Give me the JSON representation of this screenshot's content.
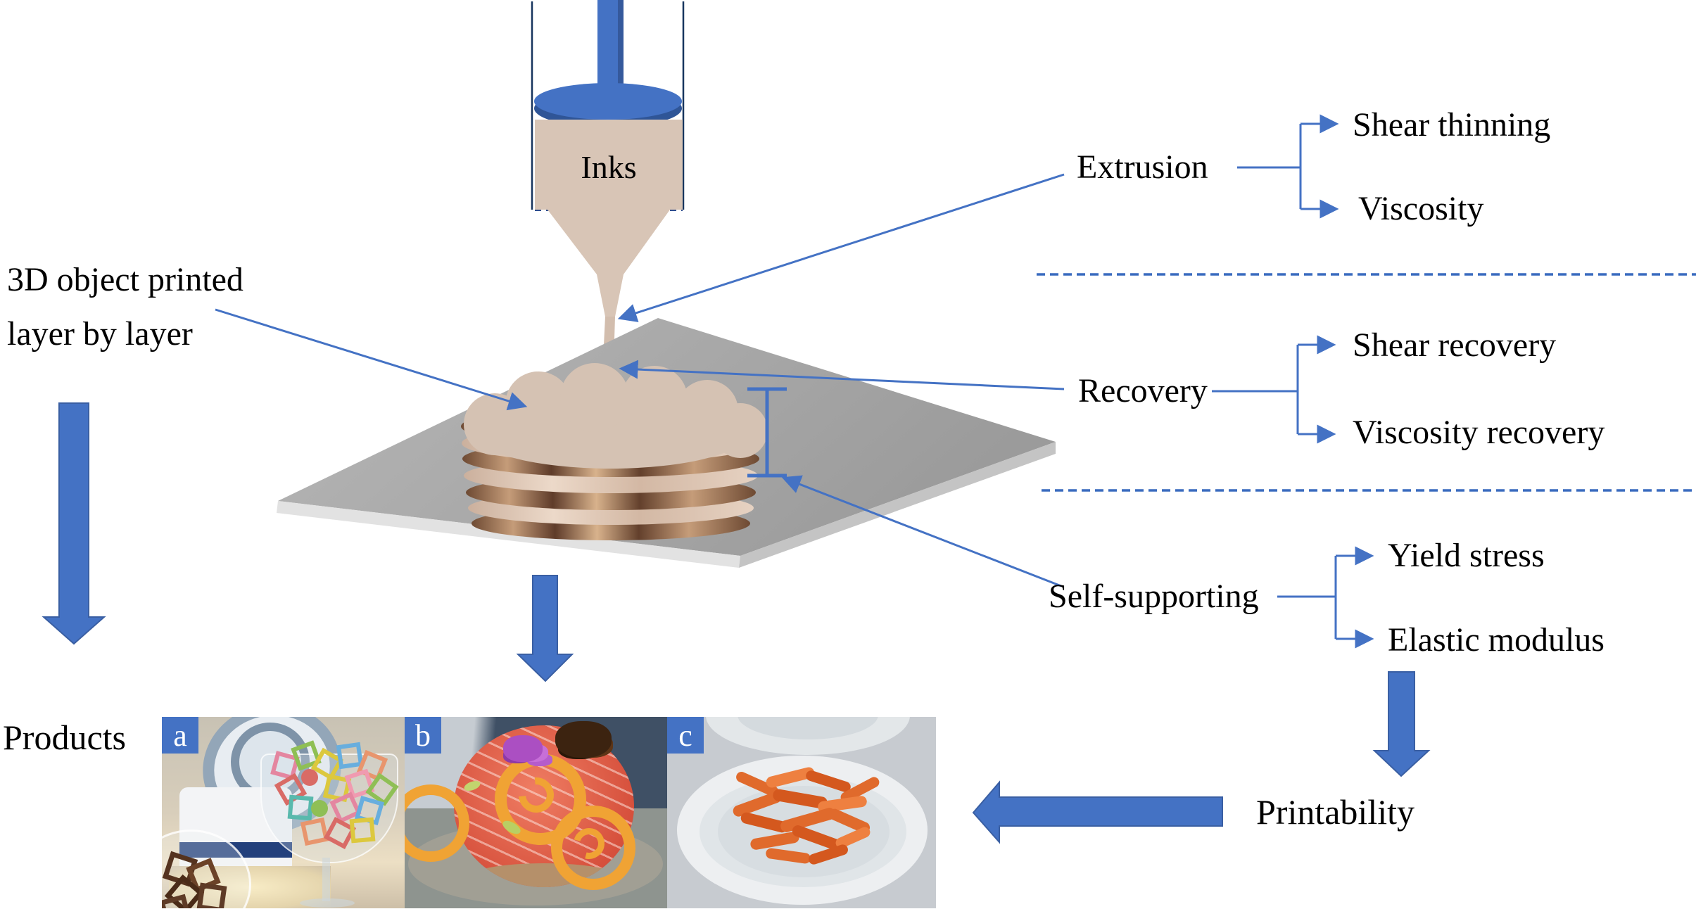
{
  "figure": {
    "inks_label": "Inks",
    "object_caption": {
      "line1": "3D object printed",
      "line2": "layer by layer"
    },
    "products_label": "Products",
    "printability_label": "Printability"
  },
  "sections": [
    {
      "label": "Extrusion",
      "children": [
        "Shear thinning",
        "Viscosity"
      ]
    },
    {
      "label": "Recovery",
      "children": [
        "Shear recovery",
        "Viscosity recovery"
      ]
    },
    {
      "label": "Self-supporting",
      "children": [
        "Yield stress",
        "Elastic modulus"
      ]
    }
  ],
  "product_badges": [
    "a",
    "b",
    "c"
  ],
  "colors": {
    "accent_blue": "#4472c4",
    "outline_navy": "#1f3864",
    "ink_tan": "#d8c5b6",
    "platform_gray": "#a9a9a9"
  }
}
